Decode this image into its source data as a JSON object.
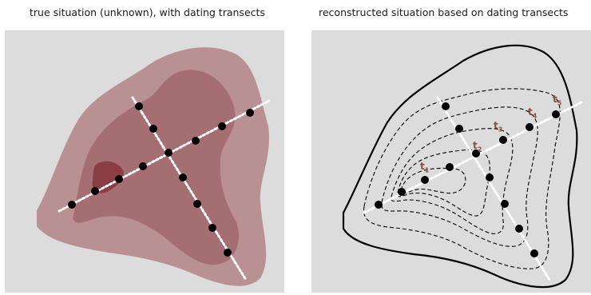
{
  "figure": {
    "left_panel": {
      "title": "true situation (unknown), with dating transects"
    },
    "right_panel": {
      "title": "reconstructed situation based on dating transects",
      "labels": [
        {
          "letter": "t",
          "sub": "1"
        },
        {
          "letter": "t",
          "sub": "2"
        },
        {
          "letter": "t",
          "sub": "3"
        },
        {
          "letter": "t",
          "sub": "4"
        },
        {
          "letter": "t",
          "sub": "5"
        }
      ]
    }
  },
  "colors": {
    "panel_bg": "#dcdcdc",
    "outer_region": "#b99193",
    "middle_region": "#a46e72",
    "inner_region": "#8a3e44",
    "label": "#8c4a45",
    "dots": "#000000",
    "transect": "#ffffff"
  }
}
